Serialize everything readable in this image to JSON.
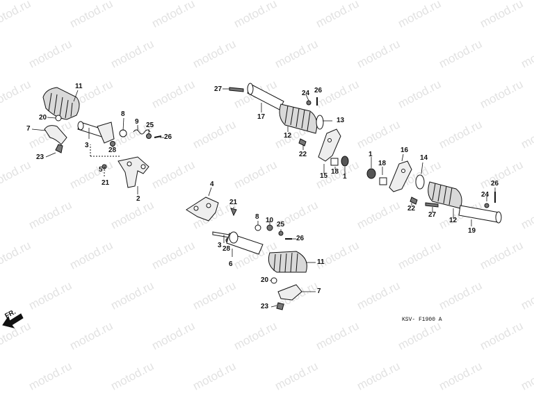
{
  "watermark": "motod.ru",
  "diagram_code": "KSV- F1900 A",
  "direction_label": "FR.",
  "colors": {
    "line": "#111111",
    "fill": "#d9d9d9",
    "dark": "#555555",
    "watermark": "#e2e2e2"
  },
  "labels": {
    "l11a": "11",
    "l20a": "20",
    "l7a": "7",
    "l3a": "3",
    "l23a": "23",
    "l8a": "8",
    "l9a": "9",
    "l25a": "25",
    "l26a": "26",
    "l28a": "28",
    "l5a": "5",
    "l21a": "21",
    "l2a": "2",
    "l27a": "27",
    "l17": "17",
    "l24a": "24",
    "l26b": "26",
    "l12a": "12",
    "l13": "13",
    "l22a": "22",
    "l15": "15",
    "l18a": "18",
    "l1a": "1",
    "l1b": "1",
    "l18b": "18",
    "l16": "16",
    "l14": "14",
    "l22b": "22",
    "l27b": "27",
    "l12b": "12",
    "l19": "19",
    "l24b": "24",
    "l26c": "26",
    "l4": "4",
    "l21b": "21",
    "l8b": "8",
    "l10": "10",
    "l25b": "25",
    "l26d": "26",
    "l3b": "3",
    "l28b": "28",
    "l6": "6",
    "l11b": "11",
    "l20b": "20",
    "l7b": "7",
    "l23b": "23"
  }
}
